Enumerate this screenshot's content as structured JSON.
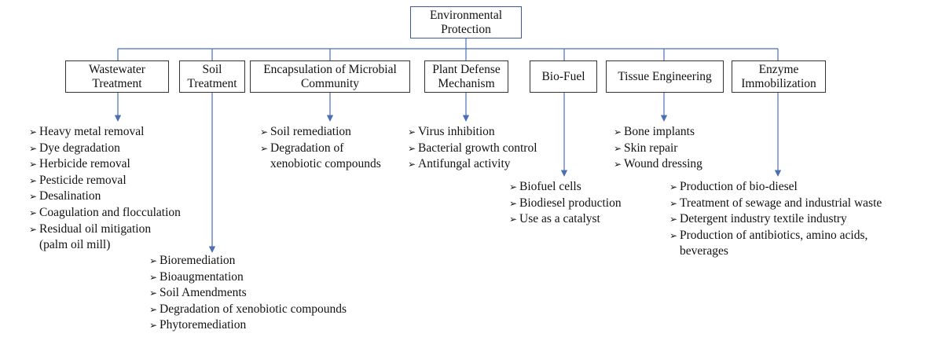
{
  "root": {
    "label": "Environmental\nProtection"
  },
  "branches": [
    {
      "id": "wastewater",
      "label": "Wastewater\nTreatment",
      "items": [
        "Heavy metal removal",
        "Dye degradation",
        "Herbicide removal",
        "Pesticide removal",
        "Desalination",
        "Coagulation and flocculation",
        "Residual oil mitigation\n(palm oil mill)"
      ]
    },
    {
      "id": "soil",
      "label": "Soil\nTreatment",
      "items": [
        "Bioremediation",
        "Bioaugmentation",
        "Soil Amendments",
        "Degradation of xenobiotic compounds",
        "Phytoremediation"
      ]
    },
    {
      "id": "encapsulation",
      "label": "Encapsulation of Microbial\nCommunity",
      "items": [
        "Soil remediation",
        "Degradation of\nxenobiotic compounds"
      ]
    },
    {
      "id": "plant-defense",
      "label": "Plant Defense\nMechanism",
      "items": [
        "Virus inhibition",
        "Bacterial growth control",
        "Antifungal activity"
      ]
    },
    {
      "id": "bio-fuel",
      "label": "Bio-Fuel",
      "items": [
        "Biofuel cells",
        "Biodiesel production",
        "Use as a catalyst"
      ]
    },
    {
      "id": "tissue",
      "label": "Tissue Engineering",
      "items": [
        "Bone implants",
        "Skin repair",
        "Wound dressing"
      ]
    },
    {
      "id": "enzyme",
      "label": "Enzyme\nImmobilization",
      "items": [
        "Production of bio-diesel",
        "Treatment of sewage and industrial waste",
        "Detergent industry textile industry",
        "Production of antibiotics, amino acids,\nbeverages"
      ]
    }
  ],
  "bullet_glyph": "➢",
  "colors": {
    "connector": "#4a6fb5",
    "box_border": "#333333"
  }
}
